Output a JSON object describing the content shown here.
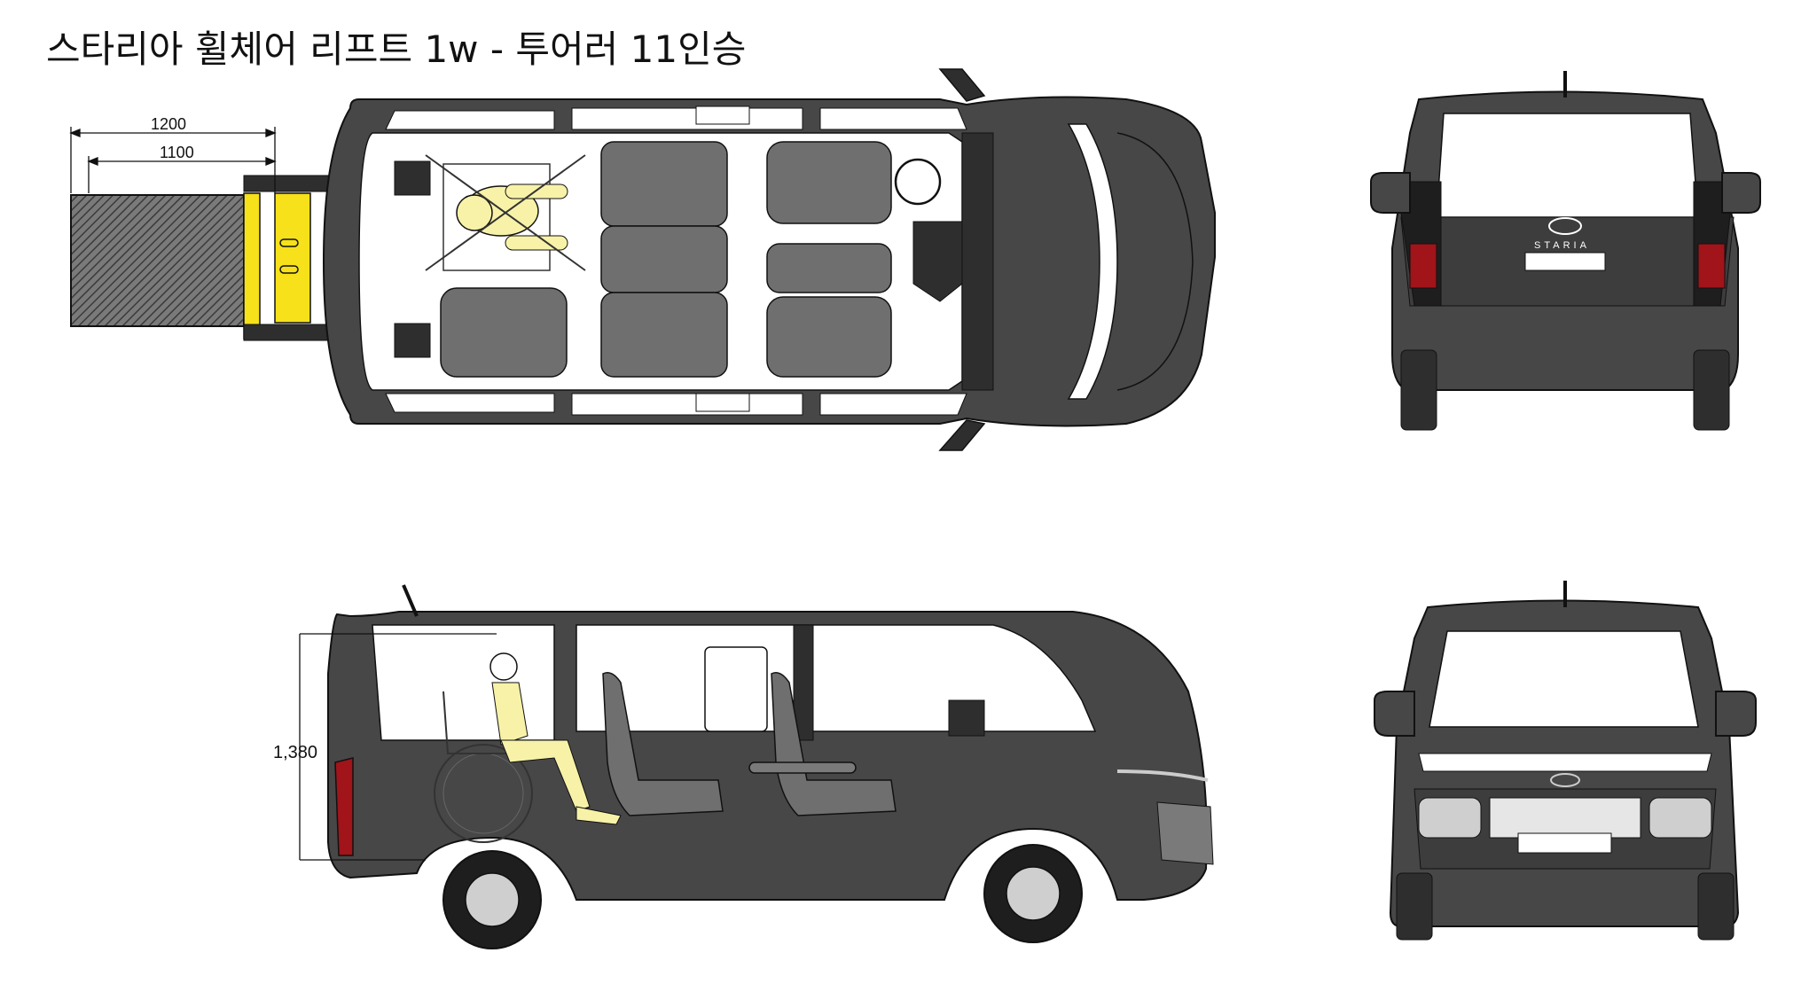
{
  "title": "스타리아 휠체어 리프트 1w - 투어러 11인승",
  "dimensions": {
    "lift_total_width": "1200",
    "lift_platform_width": "1100",
    "interior_height": "1,380"
  },
  "badges": {
    "rear_emblem_text": "STARIA"
  },
  "colors": {
    "body": "#474747",
    "body_dark": "#2e2e2e",
    "window": "#ffffff",
    "seat": "#6f6f6f",
    "lift_yellow": "#f6e11a",
    "passenger_skin": "#f8f2a8",
    "tail_light": "#a0141a",
    "outline": "#111111"
  },
  "icons": {
    "manufacturer_logo": "hyundai-logo-icon",
    "wheelchair": "wheelchair-icon",
    "steering_wheel": "steering-wheel-icon"
  }
}
